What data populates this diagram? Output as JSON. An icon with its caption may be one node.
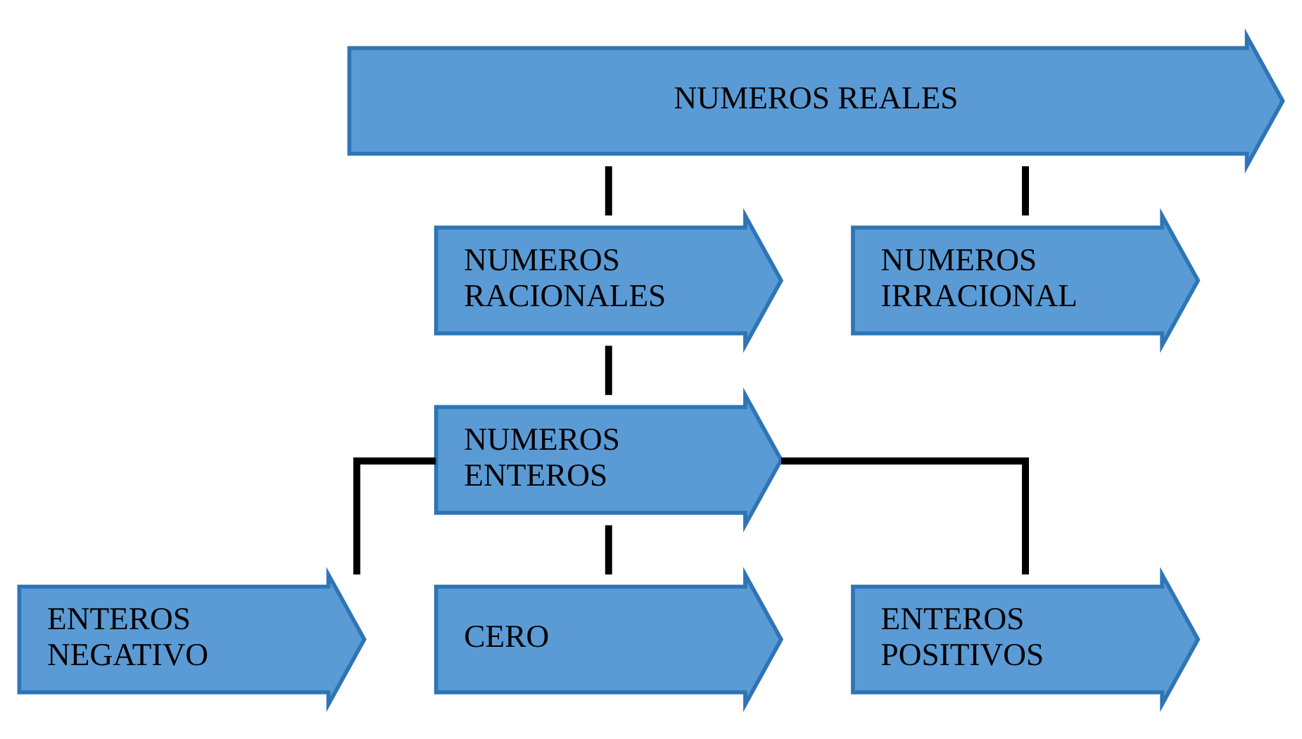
{
  "diagram": {
    "nodes": [
      {
        "text": [
          "NUMEROS REALES"
        ]
      },
      {
        "text": [
          "NUMEROS RACIONALES"
        ]
      },
      {
        "text": [
          "NUMEROS IRRACIONAL"
        ]
      },
      {
        "text": [
          "NUMEROS ENTEROS"
        ]
      },
      {
        "text": [
          "ENTEROS NEGATIVO"
        ]
      },
      {
        "text": [
          "CERO"
        ]
      },
      {
        "text": [
          "ENTEROS POSITIVOS"
        ]
      }
    ],
    "edges": [
      {
        "from": 0,
        "to": 1,
        "arrow": "none"
      },
      {
        "from": 0,
        "to": 2,
        "arrow": "none"
      },
      {
        "from": 1,
        "to": 3,
        "arrow": "none"
      },
      {
        "from": 3,
        "to": 4,
        "arrow": "none"
      },
      {
        "from": 3,
        "to": 5,
        "arrow": "none"
      },
      {
        "from": 3,
        "to": 6,
        "arrow": "none"
      }
    ]
  }
}
